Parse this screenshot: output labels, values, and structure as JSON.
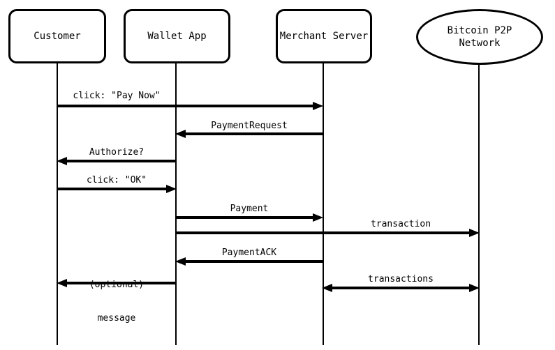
{
  "diagram": {
    "type": "sequence-diagram",
    "colors": {
      "line": "#000000",
      "background": "#ffffff",
      "shape_fill": "#ffffff"
    },
    "actors": [
      {
        "id": "customer",
        "label": "Customer",
        "shape": "rounded-rect"
      },
      {
        "id": "wallet-app",
        "label": "Wallet App",
        "shape": "rounded-rect"
      },
      {
        "id": "merchant-server",
        "label": "Merchant Server",
        "shape": "rounded-rect"
      },
      {
        "id": "bitcoin-p2p-network",
        "label_line1": "Bitcoin P2P",
        "label_line2": "Network",
        "shape": "ellipse"
      }
    ],
    "messages": [
      {
        "label": "click: \"Pay Now\"",
        "from": "Customer",
        "to": "Merchant Server",
        "arrow": "right"
      },
      {
        "label": "PaymentRequest",
        "from": "Merchant Server",
        "to": "Wallet App",
        "arrow": "left"
      },
      {
        "label": "Authorize?",
        "from": "Wallet App",
        "to": "Customer",
        "arrow": "left"
      },
      {
        "label": "click: \"OK\"",
        "from": "Customer",
        "to": "Wallet App",
        "arrow": "right"
      },
      {
        "label": "Payment",
        "from": "Wallet App",
        "to": "Merchant Server",
        "arrow": "right"
      },
      {
        "label": "transaction",
        "from": "Wallet App",
        "to": "Bitcoin P2P Network",
        "arrow": "right"
      },
      {
        "label": "PaymentACK",
        "from": "Merchant Server",
        "to": "Wallet App",
        "arrow": "left"
      },
      {
        "label_line1": "(optional)",
        "label_line2": "message",
        "from": "Wallet App",
        "to": "Customer",
        "arrow": "left"
      },
      {
        "label": "transactions",
        "from": "Merchant Server",
        "to": "Bitcoin P2P Network",
        "arrow": "both"
      }
    ]
  }
}
